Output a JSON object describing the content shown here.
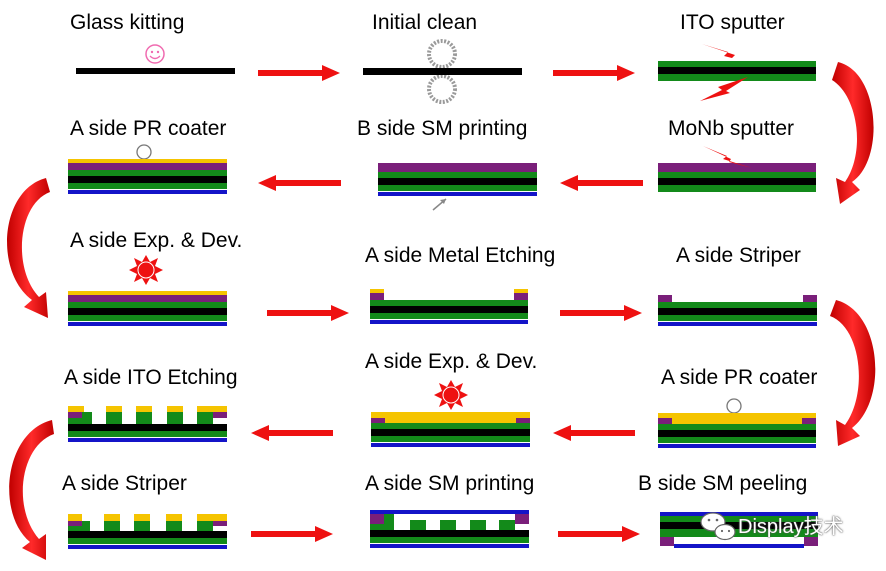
{
  "labels": {
    "s1": "Glass kitting",
    "s2": "Initial clean",
    "s3": "ITO sputter",
    "s4": "MoNb sputter",
    "s5": "B side SM printing",
    "s6": "A side PR coater",
    "s7": "A side Exp. & Dev.",
    "s8": "A side Metal Etching",
    "s9": "A side Striper",
    "s10": "A side PR coater",
    "s11": "A side Exp. & Dev.",
    "s12": "A side ITO Etching",
    "s13": "A side Striper",
    "s14": "A side SM printing",
    "s15": "B side SM peeling"
  },
  "watermark": "Display技术",
  "colors": {
    "glass": "#000000",
    "green": "#138a1a",
    "purple": "#7a1f7a",
    "yellow": "#f5c400",
    "blue": "#1414c8",
    "arrow": "#ee1111"
  },
  "icons": {
    "smiley": "smiley-icon",
    "rollers": "roller-brush-icon",
    "sputter": "lightning-icon",
    "uv": "uv-light-icon",
    "wechat": "wechat-icon"
  }
}
